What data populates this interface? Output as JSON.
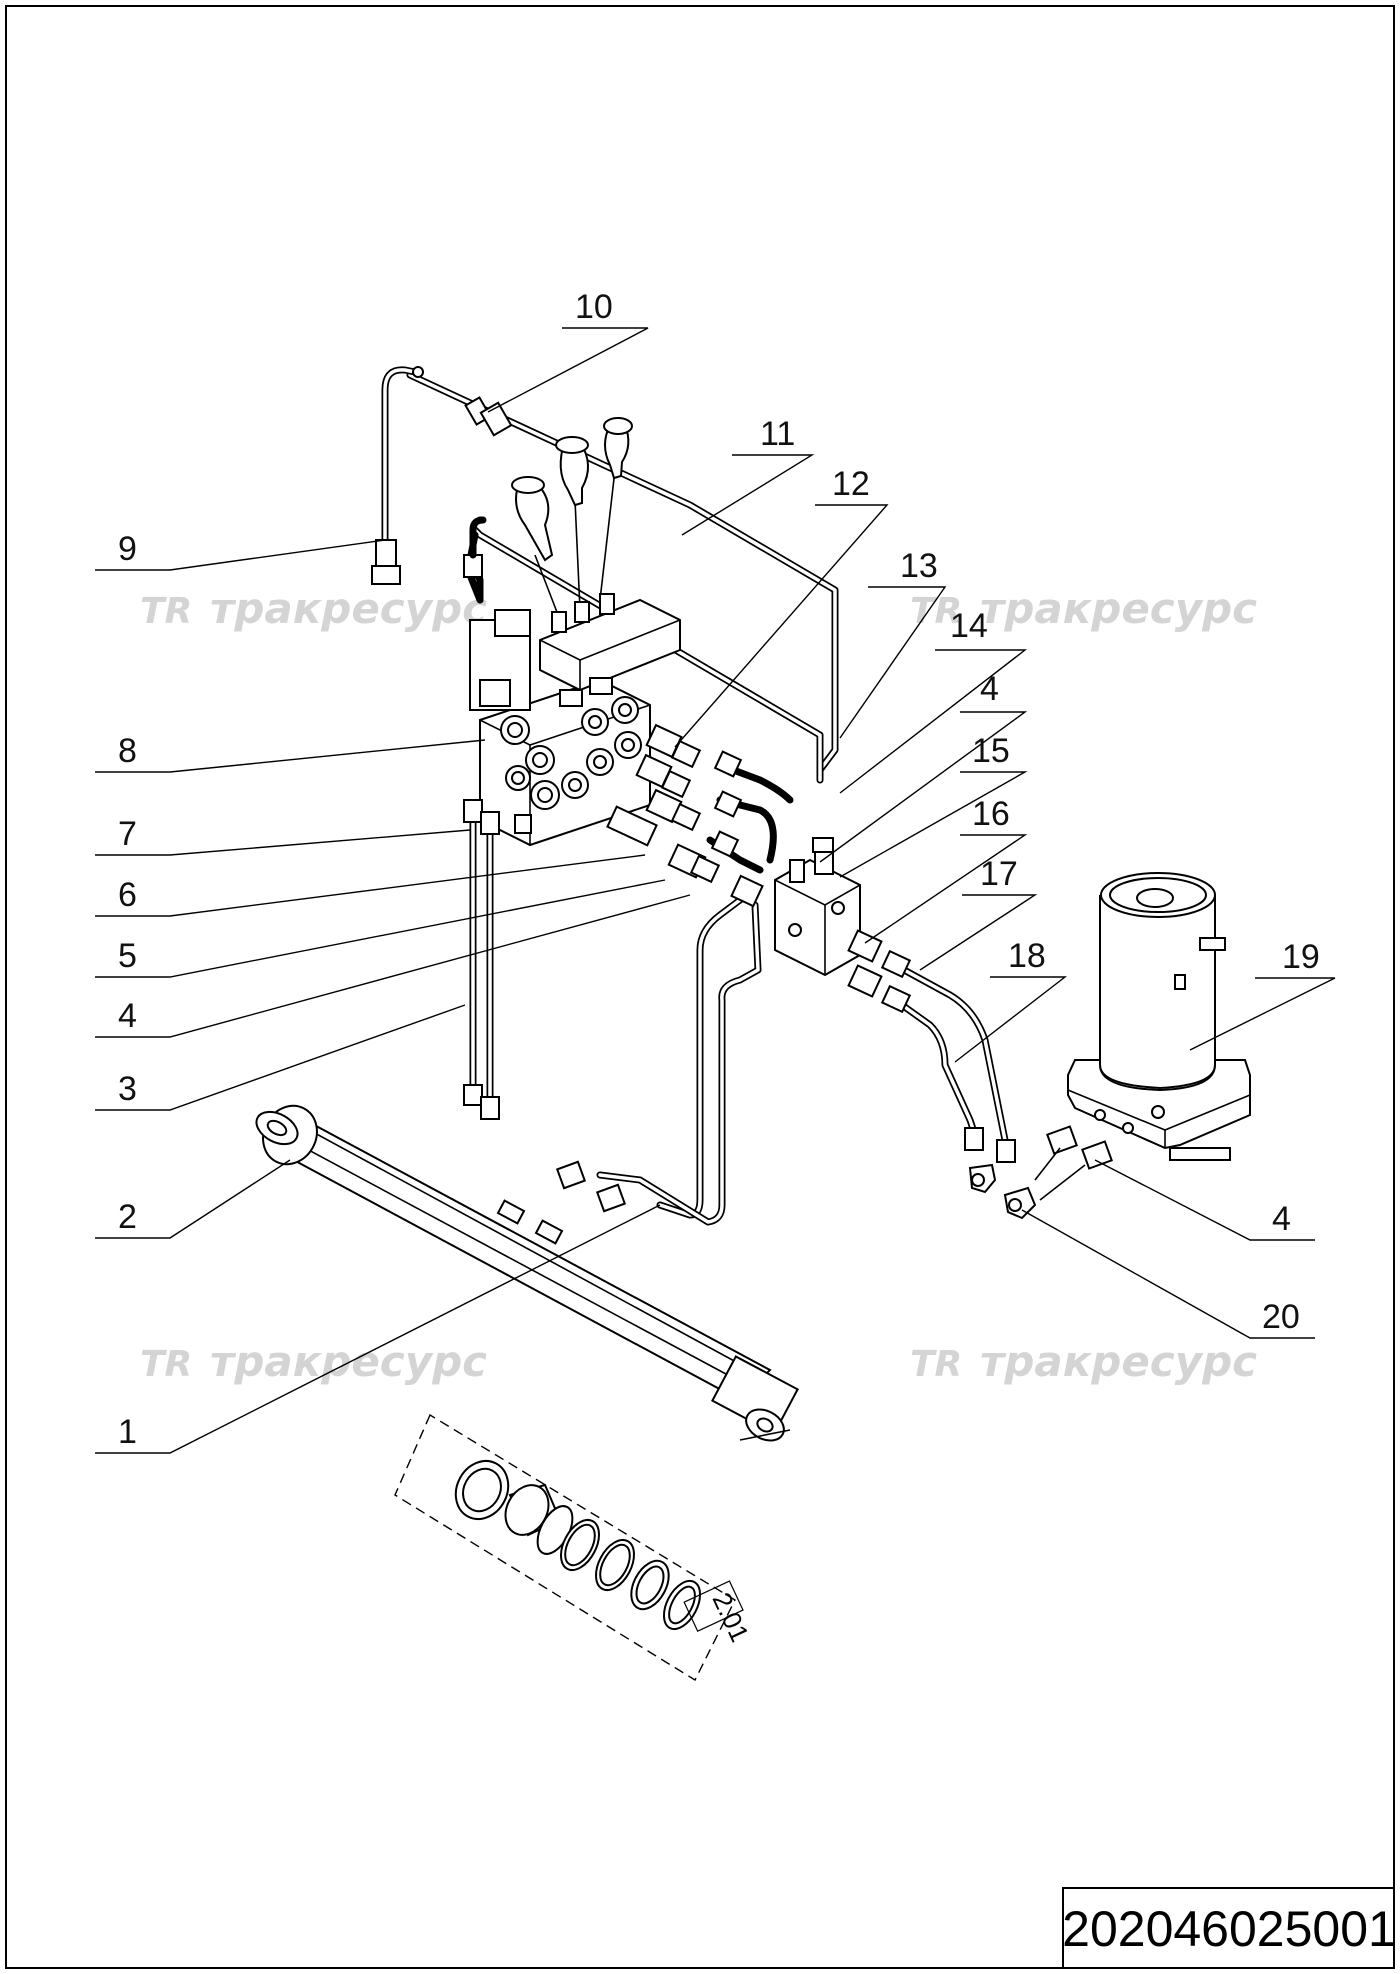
{
  "watermark": {
    "logo": "TR",
    "text": "тракресурс"
  },
  "document": {
    "number": "202046025001",
    "kit_label": "2.01"
  },
  "callouts": [
    {
      "id": "c10",
      "label": "10"
    },
    {
      "id": "c11",
      "label": "11"
    },
    {
      "id": "c12",
      "label": "12"
    },
    {
      "id": "c13",
      "label": "13"
    },
    {
      "id": "c14",
      "label": "14"
    },
    {
      "id": "c4a",
      "label": "4"
    },
    {
      "id": "c15",
      "label": "15"
    },
    {
      "id": "c16",
      "label": "16"
    },
    {
      "id": "c17",
      "label": "17"
    },
    {
      "id": "c18",
      "label": "18"
    },
    {
      "id": "c19",
      "label": "19"
    },
    {
      "id": "c9",
      "label": "9"
    },
    {
      "id": "c8",
      "label": "8"
    },
    {
      "id": "c7",
      "label": "7"
    },
    {
      "id": "c6",
      "label": "6"
    },
    {
      "id": "c5",
      "label": "5"
    },
    {
      "id": "c4b",
      "label": "4"
    },
    {
      "id": "c3",
      "label": "3"
    },
    {
      "id": "c2",
      "label": "2"
    },
    {
      "id": "c4c",
      "label": "4"
    },
    {
      "id": "c20",
      "label": "20"
    },
    {
      "id": "c1",
      "label": "1"
    }
  ]
}
